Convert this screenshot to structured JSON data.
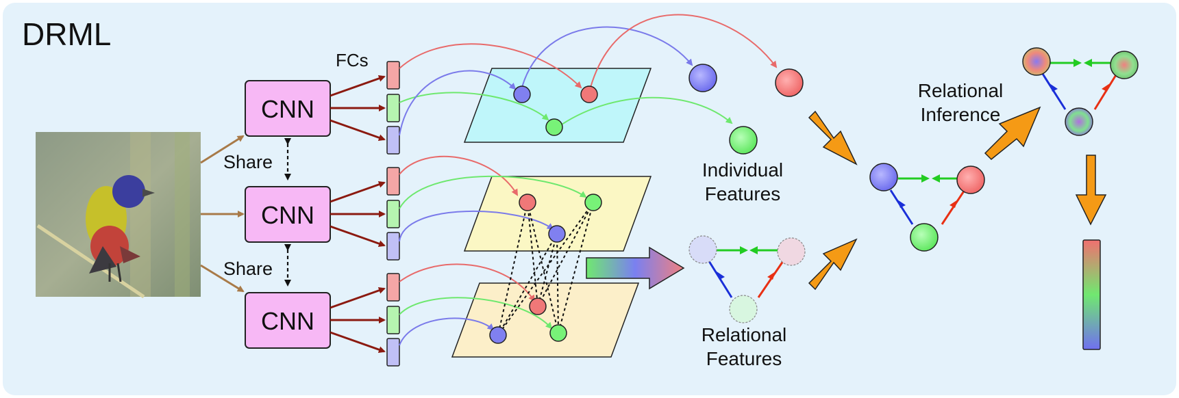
{
  "title": "DRML",
  "labels": {
    "fcs": "FCs",
    "cnn": "CNN",
    "share": "Share",
    "individual_features_line1": "Individual",
    "individual_features_line2": "Features",
    "relational_features_line1": "Relational",
    "relational_features_line2": "Features",
    "relational_inference_line1": "Relational",
    "relational_inference_line2": "Inference"
  },
  "colors": {
    "background": "#e4f2fb",
    "cnn_fill": "#f7b8f5",
    "red_node": "#f07878",
    "green_node": "#78f278",
    "blue_node": "#8080f0",
    "plane_cyan": "#bff6fa",
    "plane_yellow": "#fbf7c4",
    "plane_peach": "#fcefc9",
    "orange_arrow": "#f59a15",
    "dark_red_arrow": "#8b1a10",
    "brown_arrow": "#a87a48"
  },
  "icons": {
    "bird_photo": "bird-photo-icon"
  }
}
